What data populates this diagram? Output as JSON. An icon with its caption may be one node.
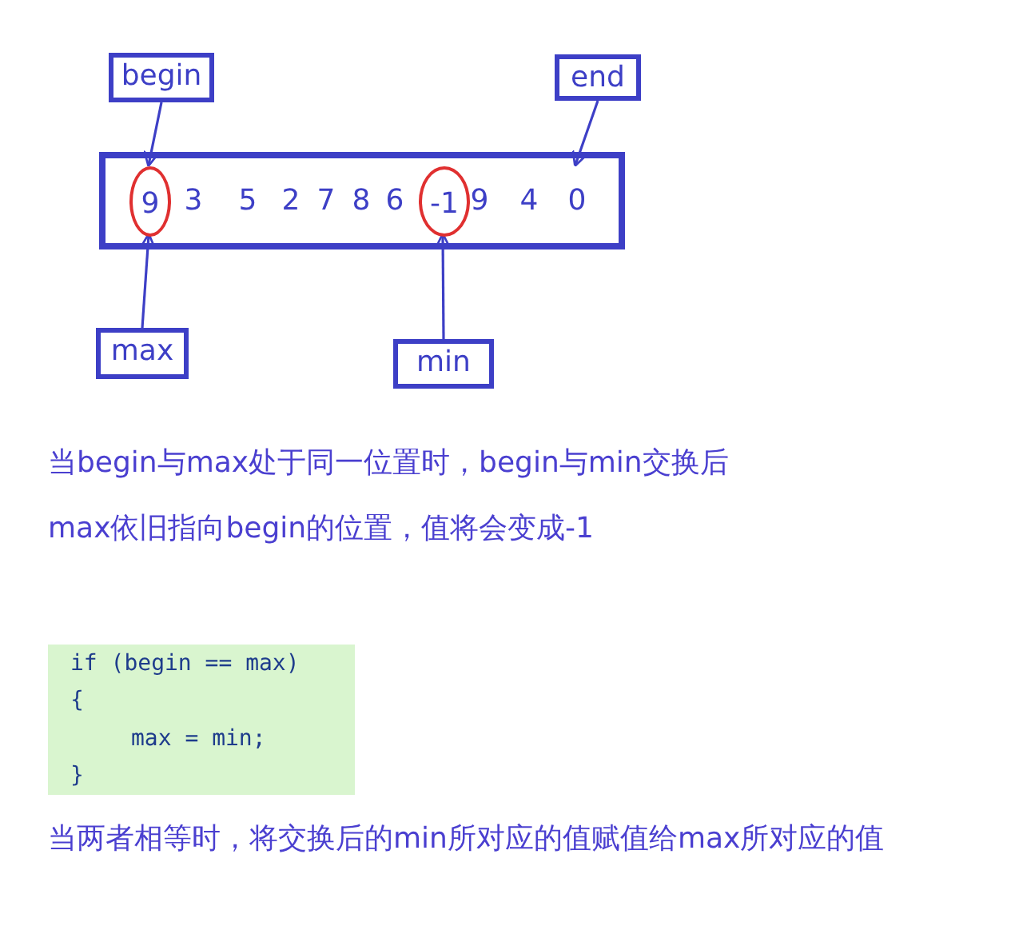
{
  "diagram": {
    "nodes": [
      {
        "text": [
          "begin"
        ]
      },
      {
        "text": [
          "end"
        ]
      },
      {
        "text": [],
        "shape": "box"
      },
      {
        "text": [
          "9"
        ],
        "in": 2
      },
      {
        "text": [
          "3"
        ],
        "in": 2
      },
      {
        "text": [
          "5"
        ],
        "in": 2
      },
      {
        "text": [
          "2"
        ],
        "in": 2
      },
      {
        "text": [
          "7"
        ],
        "in": 2
      },
      {
        "text": [
          "8"
        ],
        "in": 2
      },
      {
        "text": [
          "6"
        ],
        "in": 2
      },
      {
        "text": [
          "-1"
        ],
        "in": 2
      },
      {
        "text": [
          "9"
        ],
        "in": 2
      },
      {
        "text": [
          "4"
        ],
        "in": 2
      },
      {
        "text": [
          "0"
        ],
        "in": 2
      },
      {
        "text": [
          "max"
        ]
      },
      {
        "text": [
          "min"
        ]
      }
    ],
    "edges": [
      {
        "from": 0,
        "to": 3,
        "arrow": "to"
      },
      {
        "from": 1,
        "to": 13,
        "arrow": "to"
      },
      {
        "from": 14,
        "to": 3,
        "arrow": "to"
      },
      {
        "from": 15,
        "to": 10,
        "arrow": "to"
      }
    ],
    "labels": [
      "当begin与max处于同一位置时，begin与min交换后",
      "max依旧指向begin的位置，值将会变成-1",
      "if (begin == max)",
      "{",
      "max = min;",
      "}",
      "当两者相等时，将交换后的min所对应的值赋值给max所对应的值"
    ]
  }
}
